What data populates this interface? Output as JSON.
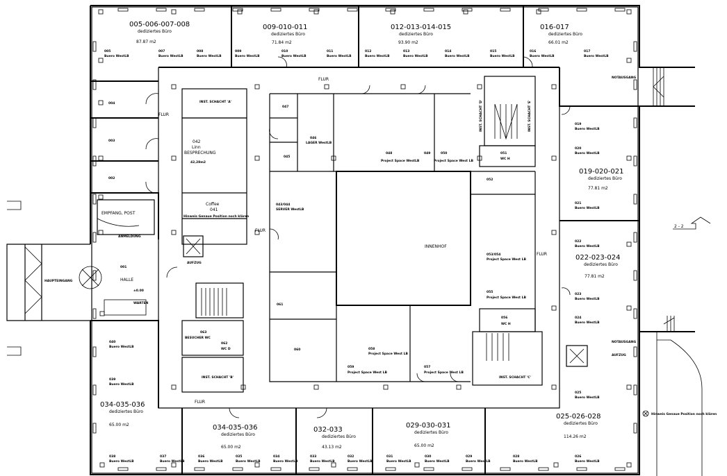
{
  "suite_type": "dediziertes Büro",
  "office_type": "Buero WestLB",
  "suites": [
    {
      "id": "005-006-007-008",
      "area": "87.87 m2"
    },
    {
      "id": "009-010-011",
      "area": "71.84 m2"
    },
    {
      "id": "012-013-014-015",
      "area": "93.90 m2"
    },
    {
      "id": "016-017",
      "area": "66.01 m2"
    },
    {
      "id": "019-020-021",
      "area": "77.81 m2"
    },
    {
      "id": "022-023-024",
      "area": "77.81 m2"
    },
    {
      "id": "025-026-028",
      "area": "114.26 m2"
    },
    {
      "id": "029-030-031",
      "area": "65.00 m2"
    },
    {
      "id": "032-033",
      "area": "43.13 m2"
    },
    {
      "id": "034-035-036",
      "area": "65.00 m2"
    },
    {
      "id": "034-035-036",
      "area": "65.00 m2"
    }
  ],
  "offices": [
    "005",
    "007",
    "008",
    "009",
    "010",
    "011",
    "012",
    "013",
    "014",
    "015",
    "016",
    "017",
    "019",
    "020",
    "021",
    "022",
    "023",
    "024",
    "025",
    "026",
    "028",
    "029",
    "030",
    "031",
    "032",
    "033",
    "034",
    "035",
    "036",
    "037",
    "038",
    "039",
    "040"
  ],
  "rooms": {
    "r004": "004",
    "r003": "003",
    "r002": "002",
    "empfang": "EMPFANG, POST",
    "anmeldung": "ANMELDUNG",
    "r001": "001",
    "halle": "HALLE",
    "level": "±0.00",
    "warten": "WARTEN",
    "haupteingang": "HAUPTEINGANG",
    "r042": "042",
    "linn": "Linn",
    "besprechung": "BESPRECHUNG",
    "r042_sub": "42,28m2",
    "coffee": "Coffee",
    "r041": "041",
    "schacht_a": "INST. SCHACHT 'A'",
    "schacht_b": "INST. SCHACHT 'B'",
    "schacht_c": "INST. SCHACHT 'C'",
    "schacht_d": "INST. SCHACHT 'D'",
    "schacht_e": "INST. SCHACHT 'E'",
    "aufzug": "AUFZUG",
    "r047": "047",
    "r046": "046",
    "lager": "LAGER WestLB",
    "r045": "045",
    "r043": "043/044",
    "server": "SERVER WestLB",
    "r048": "048",
    "r049": "049",
    "r050": "050",
    "ps_westlb": "Project Space WestLB",
    "ps_west_lb": "Project Space West LB",
    "r051": "051",
    "wch": "WC H",
    "r052": "052",
    "innenhof": "INNENHOF",
    "r053": "053/054",
    "r055": "055",
    "r056": "056",
    "r058": "058",
    "r059": "059",
    "r057": "057",
    "r060": "060",
    "r061": "061",
    "r063": "063",
    "besucher_wc": "BESUCHER WC",
    "r062": "062",
    "wcd": "WC D",
    "flur": "FLUR",
    "notausgang": "NOTAUSGANG",
    "section": "2 - 2",
    "hinweis": "Hinweis Genaue Position noch klären"
  }
}
